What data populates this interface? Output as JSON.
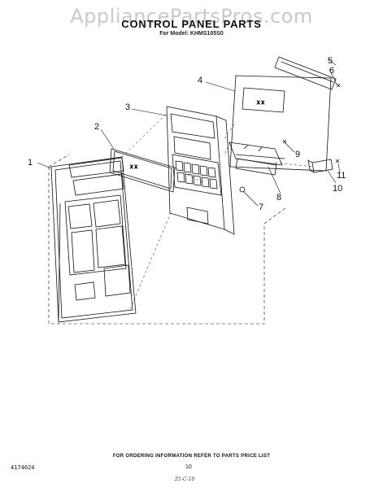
{
  "watermark": "AppliancePartsPros.com",
  "title": "CONTROL PANEL PARTS",
  "model_line": "For Model: KHMS105S0",
  "callouts": [
    "1",
    "2",
    "3",
    "4",
    "5",
    "6",
    "7",
    "8",
    "9",
    "10",
    "11"
  ],
  "footer_note": "FOR ORDERING INFORMATION REFER TO PARTS PRICE LIST",
  "doc_number": "4174024",
  "page_number": "10",
  "hand_note": "Z1-C-10"
}
